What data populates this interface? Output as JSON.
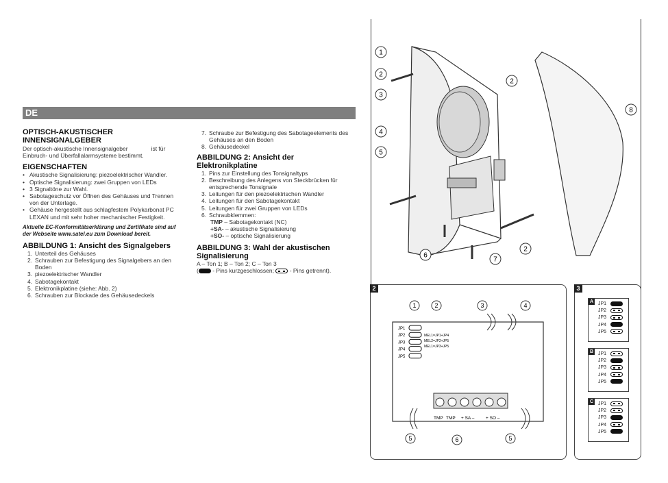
{
  "section_label": "DE",
  "col1": {
    "title1": "OPTISCH-AKUSTISCHER INNENSIGNALGEBER",
    "intro_line1": "Der optisch-akustische Innensignalgeber",
    "intro_line1_end": "ist für",
    "intro_line2": "Einbruch- und Überfallalarmsysteme bestimmt.",
    "title2": "EIGENSCHAFTEN",
    "features": [
      "Akustische Signalisierung: piezoelektrischer Wandler.",
      "Optische Signalisierung: zwei Gruppen von LEDs",
      "3 Signaltöne zur Wahl.",
      "Sabotageschutz vor Öffnen des Gehäuses und Trennen von der Unterlage.",
      "Gehäuse hergestellt aus schlagfestem Polykarbonat PC LEXAN und mit sehr hoher mechanischer Festigkeit."
    ],
    "note": "Aktuelle EC-Konformitätserklärung und Zertifikate sind auf der Webseite www.satel.eu zum Download bereit.",
    "title3": "ABBILDUNG 1: Ansicht des Signalgebers",
    "fig1_items": [
      {
        "n": "1.",
        "t": "Unterteil des Gehäuses"
      },
      {
        "n": "2.",
        "t": "Schrauben zur Befestigung des Signalgebers an den Boden"
      },
      {
        "n": "3.",
        "t": "piezoelektrischer Wandler"
      },
      {
        "n": "4.",
        "t": "Sabotagekontakt"
      },
      {
        "n": "5.",
        "t": "Elektronikplatine (siehe: Abb. 2)"
      },
      {
        "n": "6.",
        "t": "Schrauben zur Blockade des Gehäusedeckels"
      }
    ]
  },
  "col2": {
    "fig1_items_cont": [
      {
        "n": "7.",
        "t": "Schraube zur Befestigung des Sabotageelements des Gehäuses an den Boden"
      },
      {
        "n": "8.",
        "t": "Gehäusedeckel"
      }
    ],
    "title4": "ABBILDUNG 2: Ansicht der Elektronikplatine",
    "fig2_items": [
      {
        "n": "1.",
        "t": "Pins zur Einstellung des Tonsignaltyps"
      },
      {
        "n": "2.",
        "t": "Beschreibung des Anlegens von Steckbrücken für entsprechende Tonsignale"
      },
      {
        "n": "3.",
        "t": "Leitungen für den piezoelektrischen Wandler"
      },
      {
        "n": "4.",
        "t": "Leitungen für den Sabotagekontakt"
      },
      {
        "n": "5.",
        "t": "Leitungen für zwei Gruppen von LEDs"
      },
      {
        "n": "6.",
        "t": "Schraubklemmen:"
      }
    ],
    "terminals": [
      {
        "k": "TMP",
        "t": " – Sabotagekontakt (NC)"
      },
      {
        "k": "+SA-",
        "t": " – akustische Signalisierung"
      },
      {
        "k": "+SO-",
        "t": " – optische Signalisierung"
      }
    ],
    "title5": "ABBILDUNG 3: Wahl der akustischen Signalisierung",
    "fig3_line1": "A – Ton 1; B – Ton 2; C – Ton 3",
    "fig3_open_paren": "(",
    "fig3_closed_text": " - Pins kurzgeschlossen;",
    "fig3_open_text": " - Pins getrennt)."
  },
  "figure1": {
    "callouts": [
      "1",
      "2",
      "3",
      "4",
      "5",
      "2",
      "6",
      "7",
      "2",
      "8"
    ]
  },
  "figure2": {
    "panel_label": "2",
    "callouts": [
      "1",
      "2",
      "3",
      "4",
      "5",
      "6",
      "5"
    ],
    "jumpers": [
      "JP1",
      "JP2",
      "JP3",
      "JP4",
      "JP5"
    ],
    "mel": [
      "MEL1=JP1+JP4",
      "MEL2=JP2+JP5",
      "MEL1=JP3+JP5"
    ],
    "terminal_labels": [
      "TMP",
      "TMP",
      "+ SA –",
      "+ SO –"
    ]
  },
  "figure3": {
    "panel_label": "3",
    "groups": [
      {
        "label": "A",
        "pins": [
          {
            "jp": "JP1",
            "state": "closed"
          },
          {
            "jp": "JP2",
            "state": "open"
          },
          {
            "jp": "JP3",
            "state": "open"
          },
          {
            "jp": "JP4",
            "state": "closed"
          },
          {
            "jp": "JP5",
            "state": "open"
          }
        ]
      },
      {
        "label": "B",
        "pins": [
          {
            "jp": "JP1",
            "state": "open"
          },
          {
            "jp": "JP2",
            "state": "closed"
          },
          {
            "jp": "JP3",
            "state": "open"
          },
          {
            "jp": "JP4",
            "state": "open"
          },
          {
            "jp": "JP5",
            "state": "closed"
          }
        ]
      },
      {
        "label": "C",
        "pins": [
          {
            "jp": "JP1",
            "state": "open"
          },
          {
            "jp": "JP2",
            "state": "open"
          },
          {
            "jp": "JP3",
            "state": "closed"
          },
          {
            "jp": "JP4",
            "state": "open"
          },
          {
            "jp": "JP5",
            "state": "closed"
          }
        ]
      }
    ]
  }
}
